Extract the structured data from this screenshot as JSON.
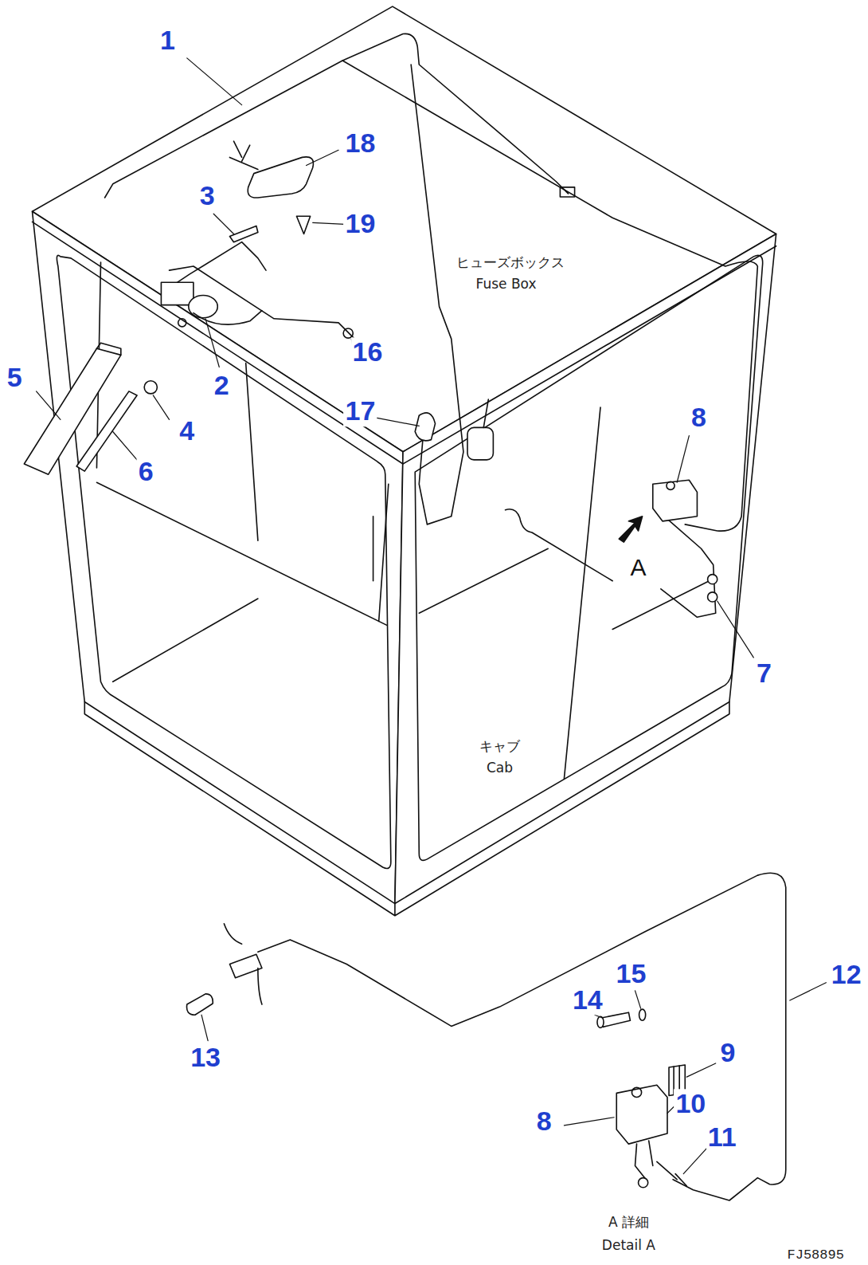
{
  "diagram": {
    "labels": [
      "1",
      "18",
      "3",
      "19",
      "ヒューズボックス",
      "Fuse Box",
      "16",
      "2",
      "5",
      "17",
      "4",
      "8",
      "6",
      "A",
      "7",
      "キャブ",
      "Cab",
      "15",
      "12",
      "14",
      "13",
      "9",
      "10",
      "8",
      "11",
      "A 詳細",
      "Detail A",
      "FJ58895"
    ]
  }
}
